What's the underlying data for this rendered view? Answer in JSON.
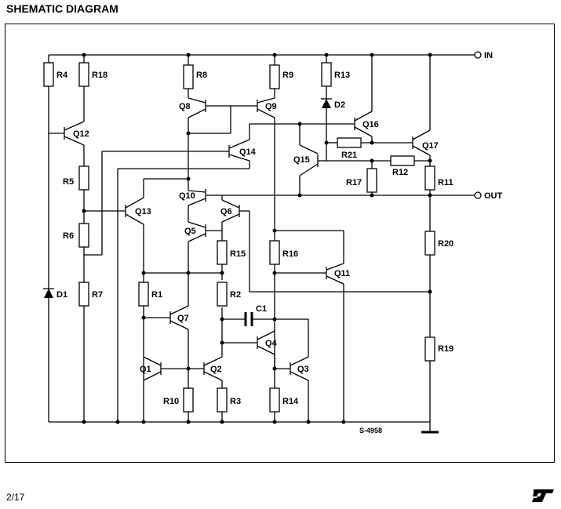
{
  "page": {
    "heading": "SHEMATIC DIAGRAM",
    "page_number": "2/17",
    "logo": "st-logo"
  },
  "schematic": {
    "terminals": {
      "in": "IN",
      "out": "OUT"
    },
    "ref_code": "S-4958",
    "resistors": [
      "R1",
      "R2",
      "R3",
      "R4",
      "R5",
      "R6",
      "R7",
      "R8",
      "R9",
      "R10",
      "R11",
      "R12",
      "R13",
      "R14",
      "R15",
      "R16",
      "R17",
      "R18",
      "R19",
      "R20",
      "R21"
    ],
    "transistors": [
      "Q1",
      "Q2",
      "Q3",
      "Q4",
      "Q5",
      "Q6",
      "Q7",
      "Q8",
      "Q9",
      "Q10",
      "Q11",
      "Q12",
      "Q13",
      "Q14",
      "Q15",
      "Q16",
      "Q17"
    ],
    "diodes": [
      "D1",
      "D2"
    ],
    "capacitors": [
      "C1"
    ]
  }
}
